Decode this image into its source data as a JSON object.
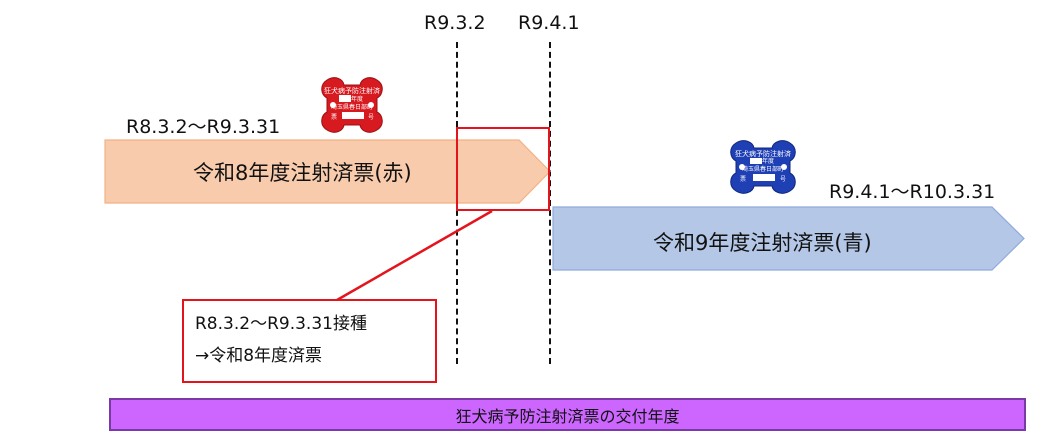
{
  "markers": {
    "date1": "R9.3.2",
    "date2": "R9.4.1"
  },
  "red_period": {
    "range": "R8.3.2～R9.3.31",
    "label": "令和8年度注射済票(赤)",
    "color": "#f8cbad",
    "tag_lines": [
      "狂犬病予防注射済",
      "年度",
      "埼玉県春日部町",
      "票",
      "号"
    ]
  },
  "blue_period": {
    "range": "R9.4.1～R10.3.31",
    "label": "令和9年度注射済票(青)",
    "color": "#b4c7e7",
    "tag_lines": [
      "狂犬病予防注射済",
      "年度",
      "埼玉県春日部町",
      "票",
      "号"
    ]
  },
  "callout": {
    "line1": "R8.3.2～R9.3.31接種",
    "line2": "→令和8年度済票",
    "border_color": "#e3141c"
  },
  "bottom_bar": {
    "label": "狂犬病予防注射済票の交付年度",
    "color": "#cc66ff"
  }
}
